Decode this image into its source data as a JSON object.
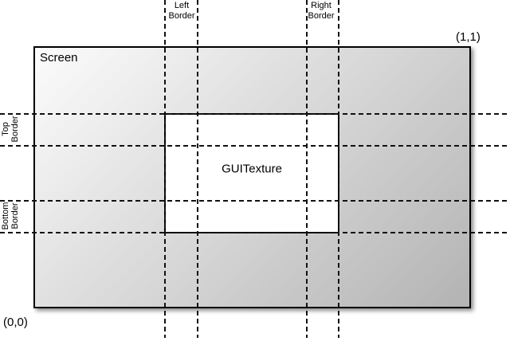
{
  "diagram": {
    "screen_label": "Screen",
    "texture_label": "GUITexture",
    "coord_top_right": "(1,1)",
    "coord_bottom_left": "(0,0)",
    "border_labels": {
      "left": "Left\nBorder",
      "right": "Right\nBorder",
      "top": "Top\nBorder",
      "bottom": "Bottom\nBorder"
    },
    "colors": {
      "background": "#ffffff",
      "screen_gradient_start": "#fcfcfc",
      "screen_gradient_end": "#b3b3b3",
      "texture_fill": "#ffffff",
      "outline": "#000000",
      "dash_line": "#111111",
      "text": "#000000"
    }
  }
}
